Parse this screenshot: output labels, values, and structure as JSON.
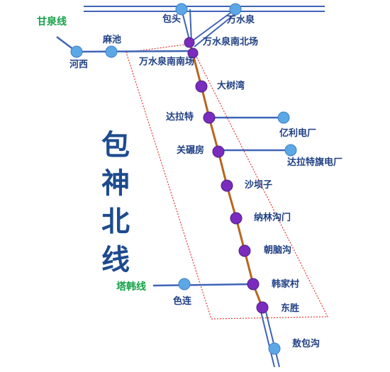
{
  "title_chars": [
    "包",
    "神",
    "北",
    "线"
  ],
  "colors": {
    "main_line": "#b8651f",
    "branch_line": "#3f64b6",
    "station_main": "#7b2cbf",
    "station_other": "#5ca7e6",
    "boundary": "#e53935",
    "label": "#1f3f84",
    "line_name": "#16a34a",
    "title": "#1e4b8f"
  },
  "line_names": {
    "ganquan": "甘泉线",
    "tahan": "塔韩线"
  },
  "stations": {
    "baotou": "包头",
    "wanshuiquan": "万水泉",
    "wanshuiquan_nanbeichang": "万水泉南北场",
    "wanshuiquan_nannanchang": "万水泉南南场",
    "hexi": "河西",
    "machi": "麻池",
    "dashuwan": "大树湾",
    "dalate": "达拉特",
    "yili_power": "亿利电厂",
    "guannianfang": "关碾房",
    "dalateqi_power": "达拉特旗电厂",
    "shabazi": "沙坝子",
    "nalingoumen": "纳林沟门",
    "chaonaogou": "朝脑沟",
    "hanjiacun": "韩家村",
    "selian": "色连",
    "dongsheng": "东胜",
    "aobaogou": "敖包沟"
  }
}
